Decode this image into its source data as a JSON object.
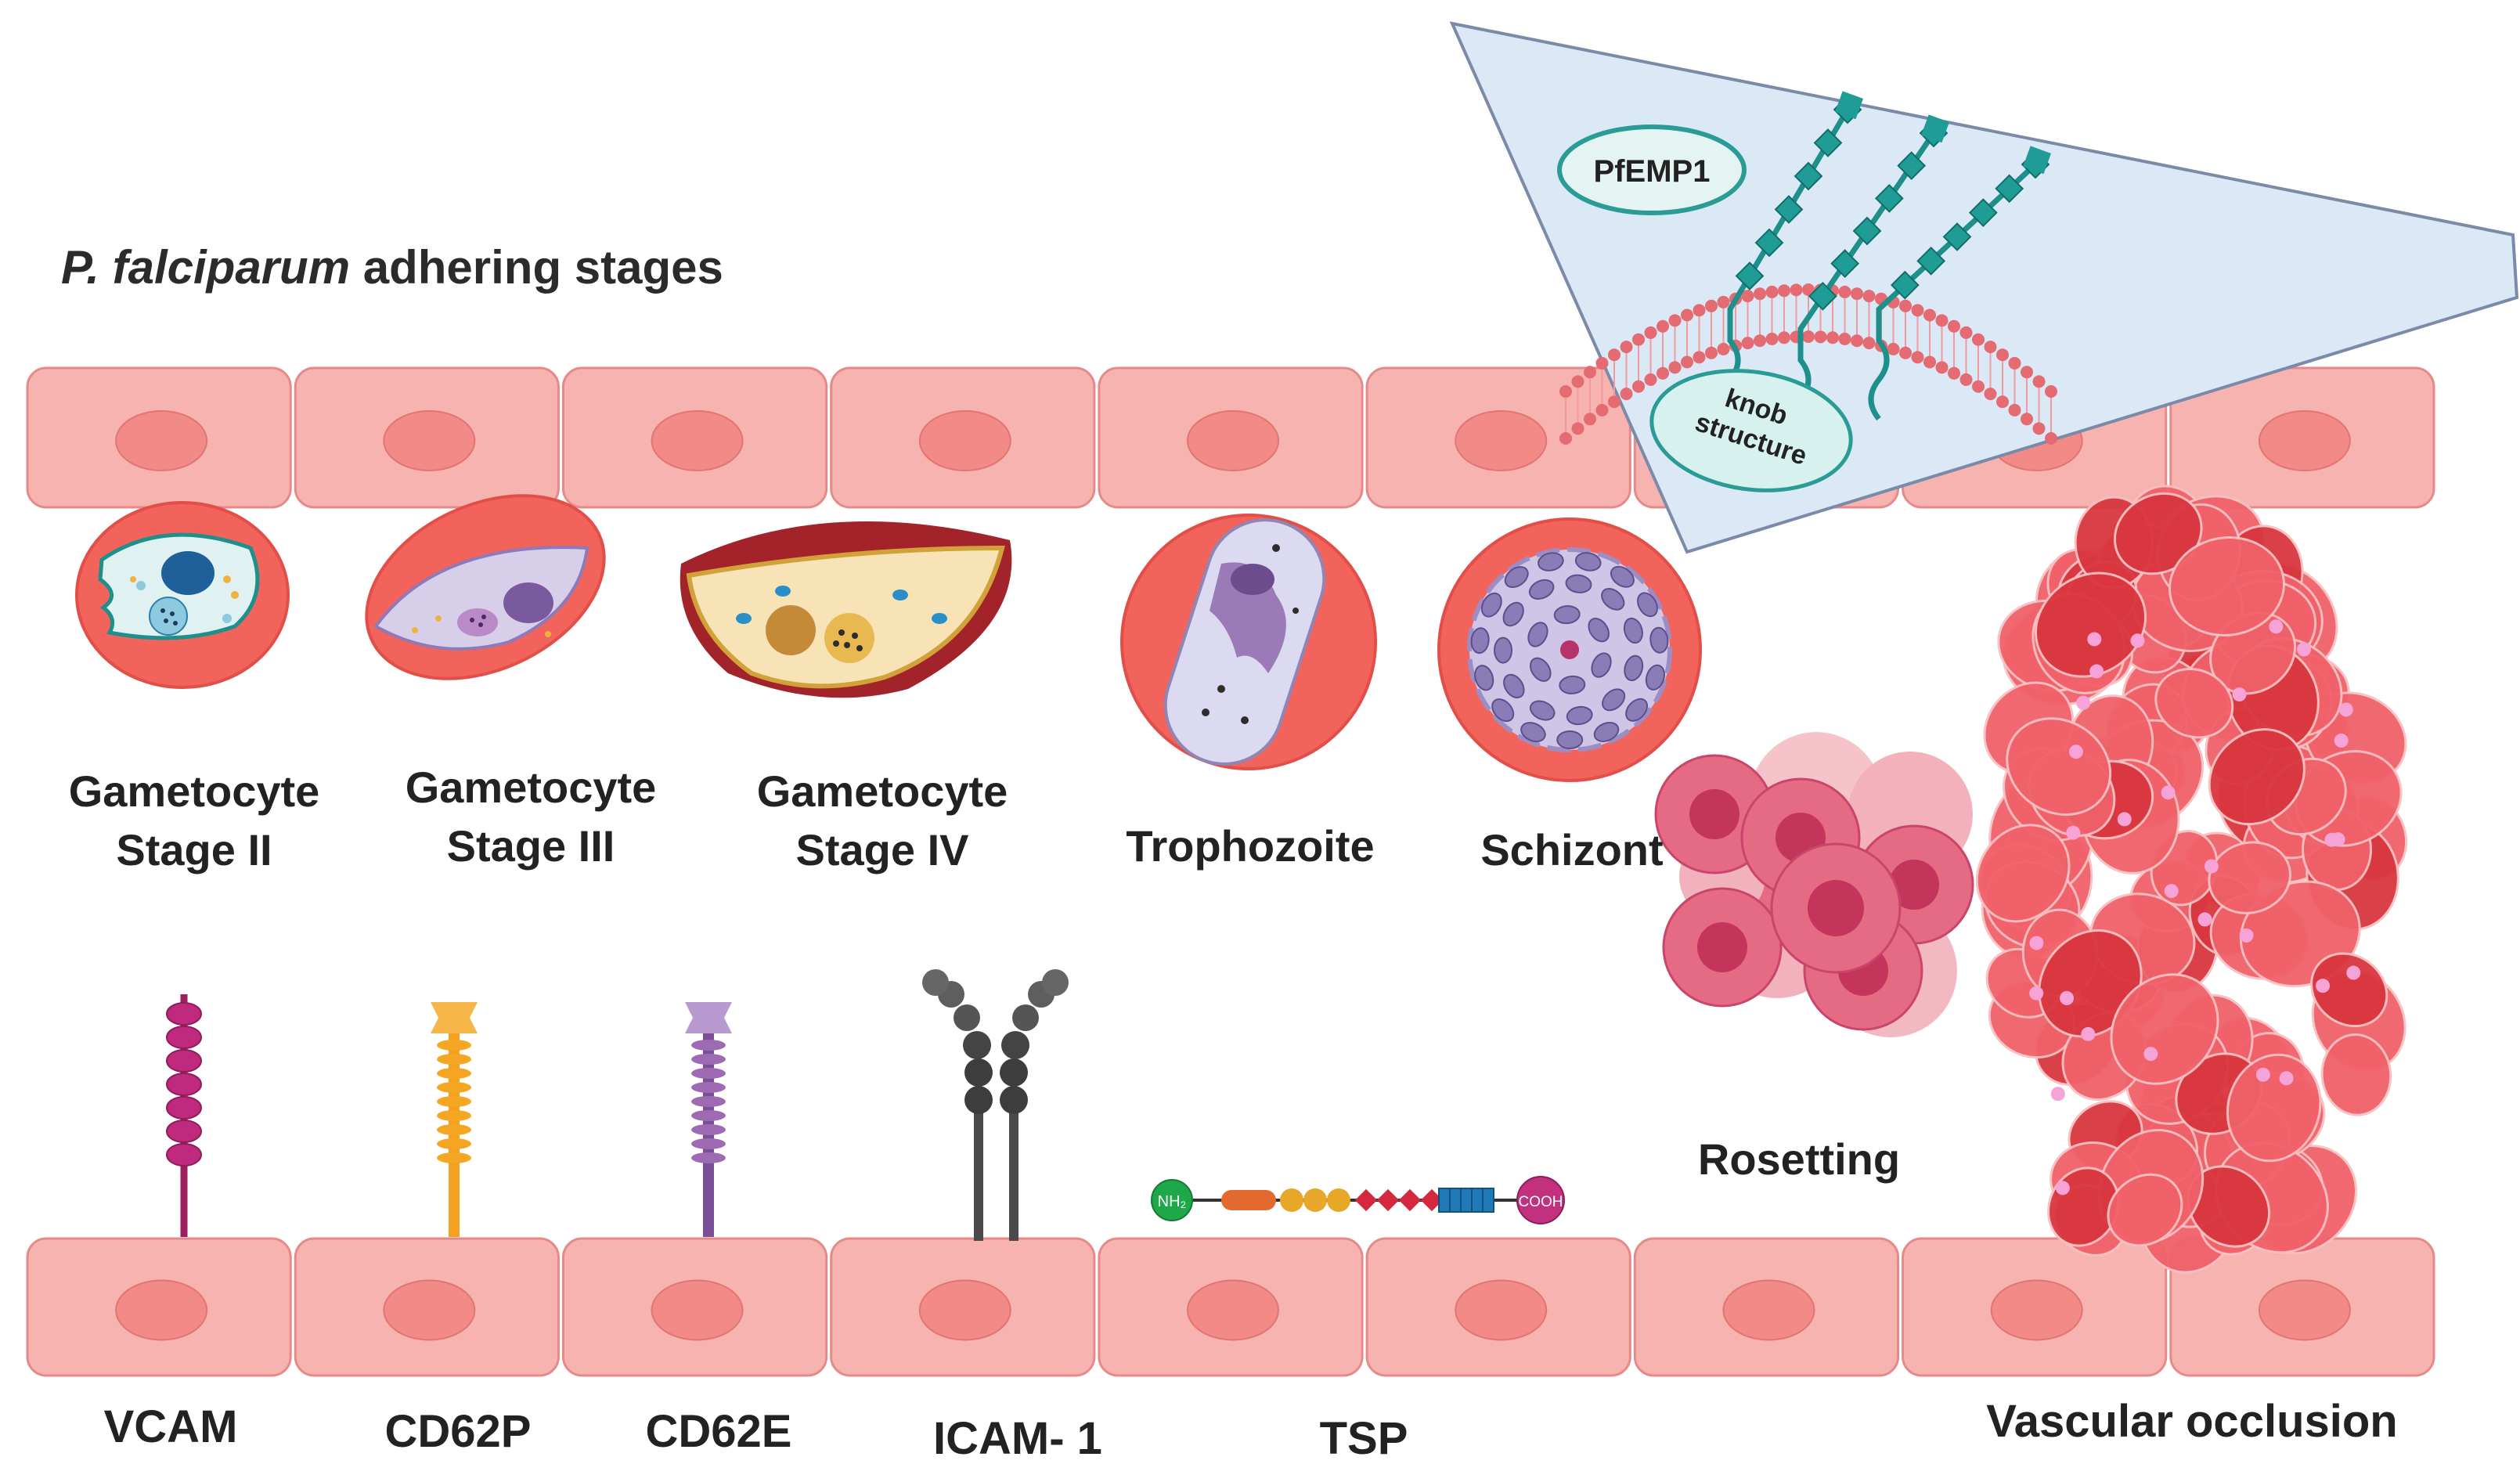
{
  "diagram": {
    "title_italic": "P. falciparum",
    "title_rest": " adhering stages",
    "stages": [
      {
        "line1": "Gametocyte",
        "line2": "Stage II"
      },
      {
        "line1": "Gametocyte",
        "line2": "Stage III"
      },
      {
        "line1": "Gametocyte",
        "line2": "Stage IV"
      },
      {
        "line1": "Trophozoite",
        "line2": ""
      },
      {
        "line1": "Schizont",
        "line2": ""
      }
    ],
    "rosetting": "Rosetting",
    "inset": {
      "pfemp1": "PfEMP1",
      "knob_line1": "knob",
      "knob_line2": "structure"
    },
    "receptors": [
      "VCAM",
      "CD62P",
      "CD62E",
      "ICAM- 1",
      "TSP",
      "Vascular occlusion"
    ],
    "tsp_termini": {
      "n": "NH₂",
      "c": "COOH"
    },
    "colors": {
      "endothelium": "#f7b3b0",
      "endothelium_nucleus": "#f28a88",
      "rbc": "#f2635c",
      "pfemp1": "#1e8f8a",
      "vcam": "#b0226e",
      "cd62p": "#f5a020",
      "cd62e": "#9d6ab3",
      "icam": "#4a4a4a"
    }
  }
}
